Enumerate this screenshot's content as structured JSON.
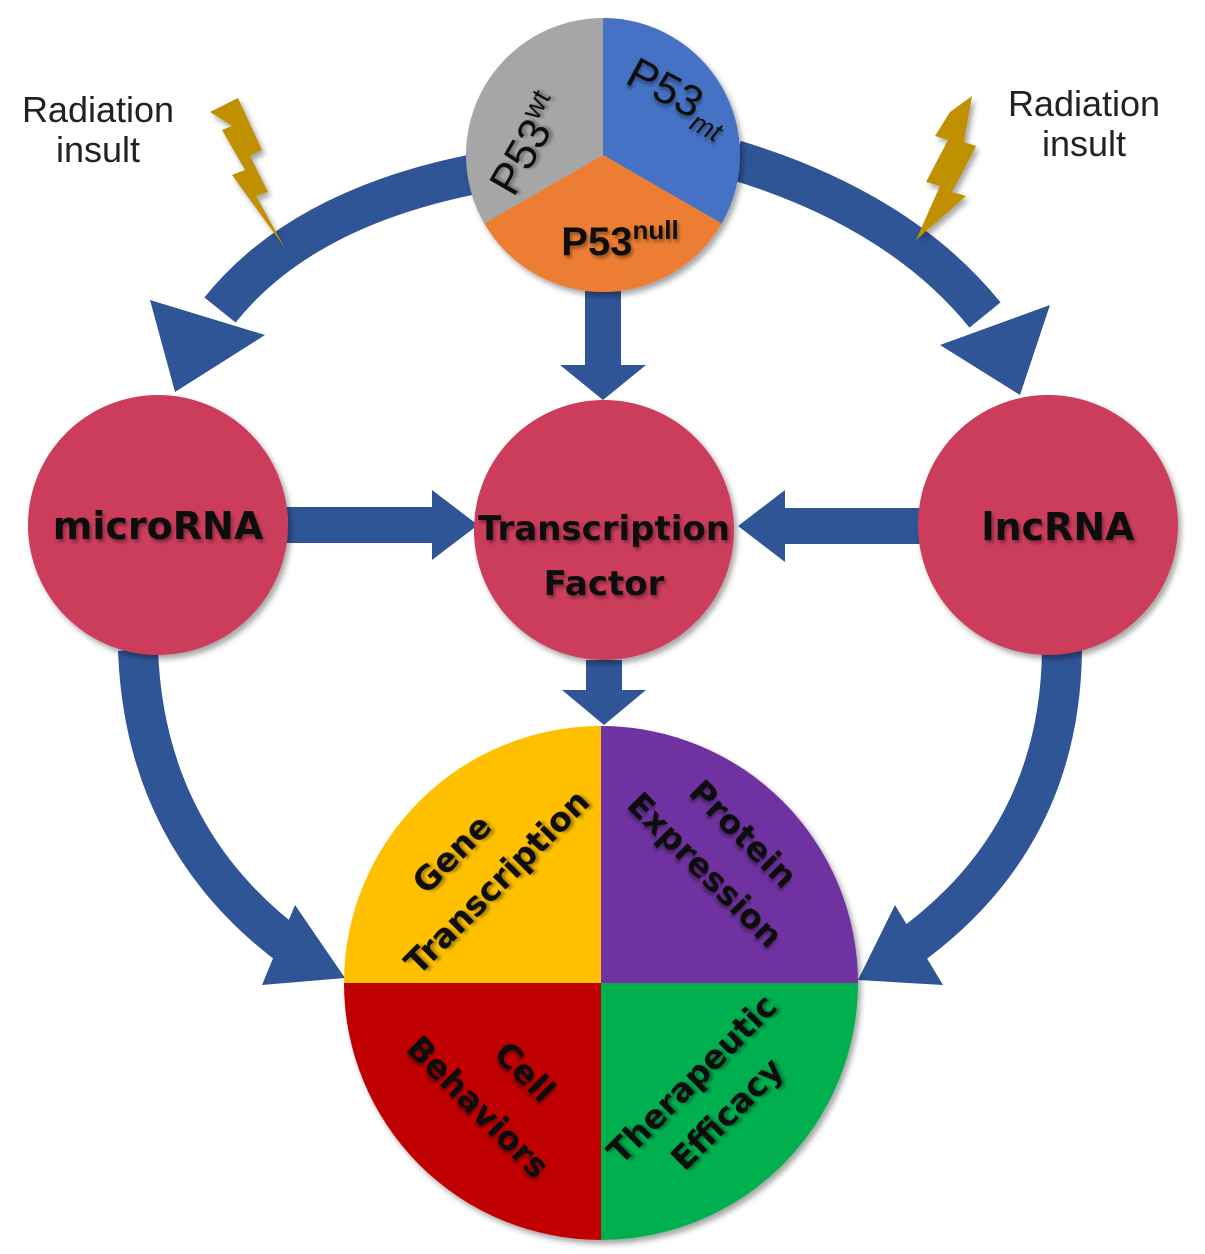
{
  "radiation_left": {
    "line1": "Radiation",
    "line2": "insult"
  },
  "radiation_right": {
    "line1": "Radiation",
    "line2": "insult"
  },
  "p53": {
    "wt": {
      "base": "P53",
      "sup": "wt"
    },
    "mt": {
      "base": "P53",
      "sup": "mt"
    },
    "null": {
      "base": "P53",
      "sup": "null"
    }
  },
  "nodes": {
    "microrna": "microRNA",
    "tf_line1": "Transcription",
    "tf_line2": "Factor",
    "lncrna": "lncRNA"
  },
  "outcomes": {
    "gene_line1": "Gene",
    "gene_line2": "Transcription",
    "protein_line1": "Protein",
    "protein_line2": "Expression",
    "cell_line1": "Cell",
    "cell_line2": "Behaviors",
    "ther_line1": "Therapeutic",
    "ther_line2": "Efficacy"
  },
  "colors": {
    "arrow": "#2f5597",
    "node": "#cc3d5c",
    "p53_wt": "#a6a6a6",
    "p53_mt": "#4472c4",
    "p53_null": "#ed7d31",
    "gene": "#ffc000",
    "protein": "#7030a0",
    "cell": "#c00000",
    "therapeutic": "#00b050",
    "bolt": "#bf9000"
  }
}
